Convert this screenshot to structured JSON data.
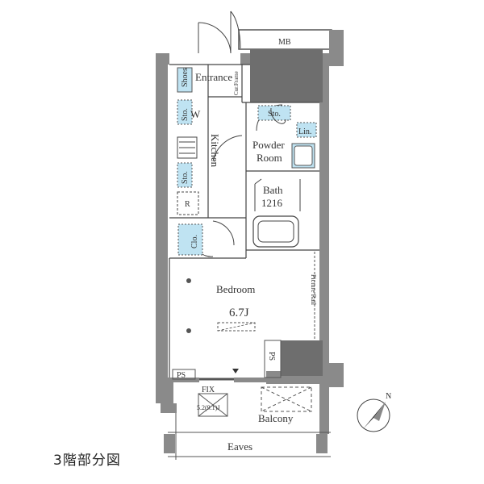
{
  "labels": {
    "mb": "MB",
    "shoes": "Shoes",
    "entrance": "Entrance",
    "cur_frame": "Cur.Frame",
    "sto_hall": "Sto.",
    "w": "W",
    "sto_top": "Sto.",
    "lin": "Lin.",
    "kitchen": "Kitchen",
    "powder_room_1": "Powder",
    "powder_room_2": "Room",
    "sto_kitchen": "Sto.",
    "bath": "Bath",
    "bath_size": "1216",
    "r": "R",
    "clo": "Clo.",
    "bedroom": "Bedroom",
    "bedroom_size": "6.7J",
    "picture_rail": "Picture Rail",
    "ps_right": "PS",
    "ps_left": "PS",
    "fix": "FIX",
    "fix_size": "5.2(9.1)J",
    "balcony": "Balcony",
    "eaves": "Eaves",
    "north": "N"
  },
  "caption": "3階部分図",
  "colors": {
    "wall": "#8a8a8a",
    "line": "#444444",
    "storage": "#bfe3f2"
  }
}
